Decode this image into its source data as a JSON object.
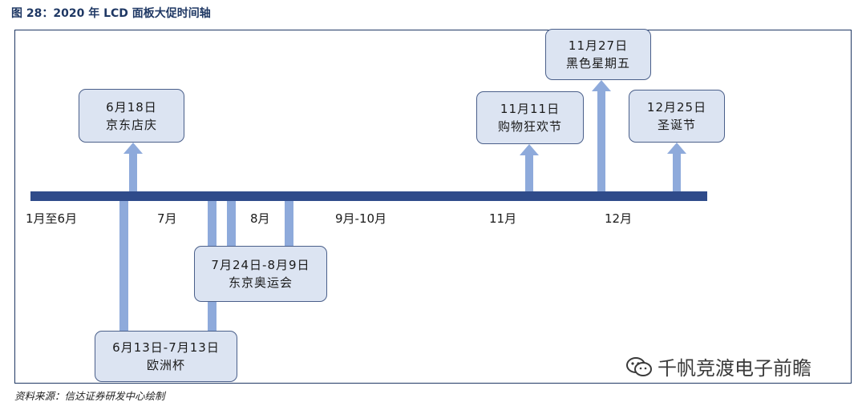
{
  "figure": {
    "title": "图 28：2020 年 LCD 面板大促时间轴",
    "source": "资料来源：信达证券研发中心绘制"
  },
  "timeline": {
    "month_labels": [
      "1月至6月",
      "7月",
      "8月",
      "9月-10月",
      "11月",
      "12月"
    ]
  },
  "events": [
    {
      "date": "6月18日",
      "name": "京东店庆"
    },
    {
      "date": "11月11日",
      "name": "购物狂欢节"
    },
    {
      "date": "11月27日",
      "name": "黑色星期五"
    },
    {
      "date": "12月25日",
      "name": "圣诞节"
    },
    {
      "date": "7月24日-8月9日",
      "name": "东京奥运会"
    },
    {
      "date": "6月13日-7月13日",
      "name": "欧洲杯"
    }
  ],
  "watermark": {
    "text": "千帆竞渡电子前瞻",
    "icon": "wechat-icon"
  },
  "colors": {
    "axis": "#2f4b8a",
    "connector": "#8eaadb",
    "box_fill": "#dce4f2",
    "box_border": "#4a5f8a"
  }
}
